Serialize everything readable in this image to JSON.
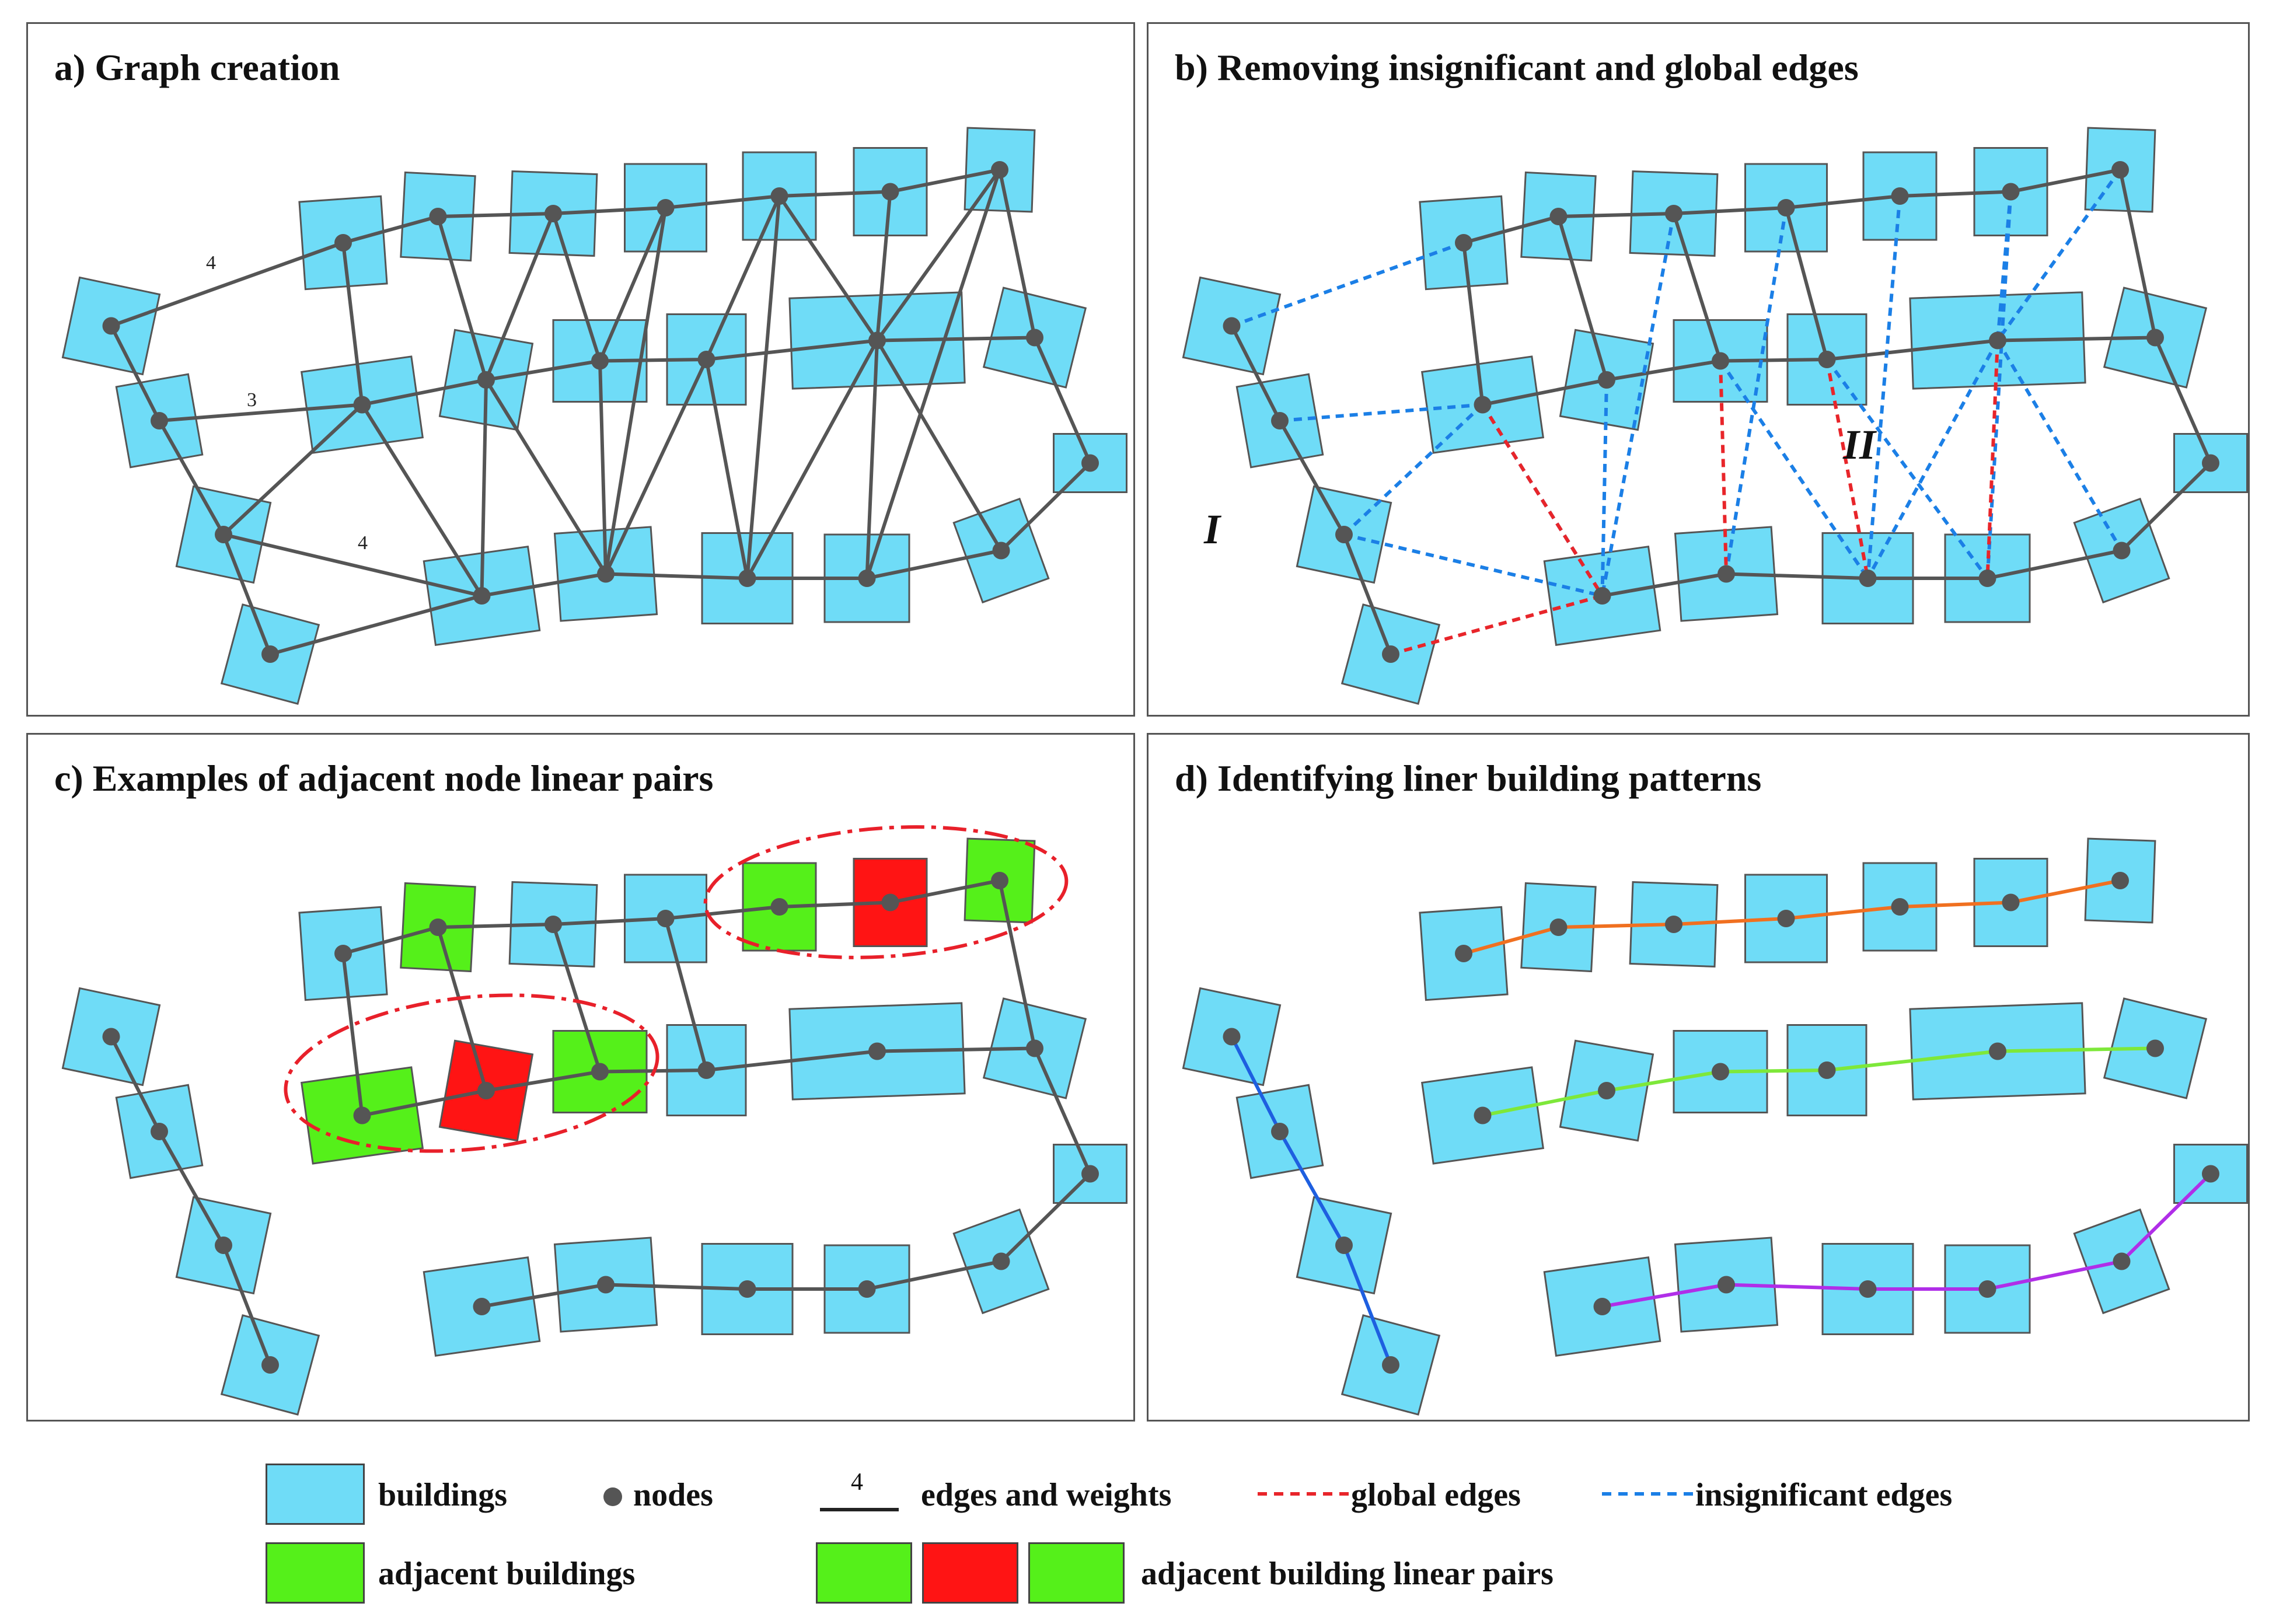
{
  "panels": {
    "a": {
      "title": "a) Graph creation",
      "weights": [
        "4",
        "3",
        "4"
      ]
    },
    "b": {
      "title": "b) Removing insignificant and global edges",
      "labels": [
        "I",
        "II"
      ]
    },
    "c": {
      "title": "c) Examples of adjacent node linear pairs"
    },
    "d": {
      "title": "d) Identifying liner building patterns"
    }
  },
  "legend": {
    "buildings": "buildings",
    "nodes": "nodes",
    "edge_weight": "4",
    "edges": "edges and weights",
    "global_edges": "global edges",
    "insignificant_edges": "insignificant edges",
    "adjacent_buildings": "adjacent buildings",
    "linear_pairs": "adjacent building linear pairs"
  },
  "colors": {
    "building": "#6fdcf7",
    "building_stroke": "#555555",
    "adjacent": "#55f01a",
    "center": "#ff1414",
    "node": "#555555",
    "edge": "#555555",
    "global_edge": "#e8252a",
    "insignificant_edge": "#1b7fe6",
    "pattern_orange": "#f07020",
    "pattern_green": "#7ee83a",
    "pattern_purple": "#b02ee8",
    "pattern_blue": "#1e5fe0",
    "ellipse": "#e8202a"
  }
}
